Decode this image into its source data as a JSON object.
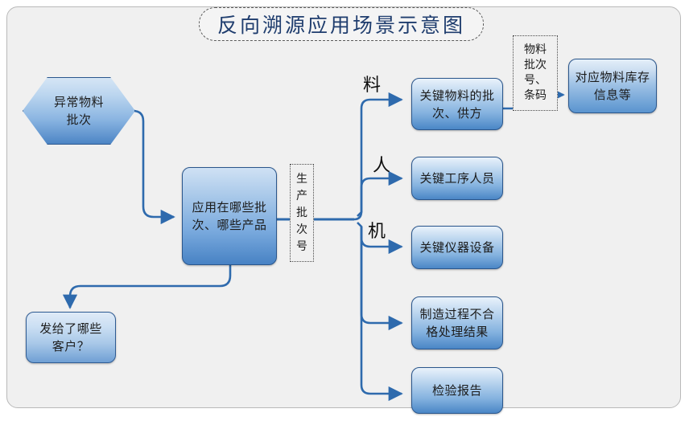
{
  "diagram": {
    "title": "反向溯源应用场景示意图",
    "type": "flowchart",
    "background_color": "#f0f0f0",
    "node_fill_color": "#6f9fd4",
    "node_border_color": "#2a568c",
    "connector_color": "#2e6aad",
    "title_text_color": "#1f3d6e"
  },
  "nodes": {
    "start": {
      "label": "异常物料\n批次",
      "shape": "hexagon"
    },
    "application": {
      "label": "应用在哪些批\n次、哪些产品",
      "shape": "rounded-rect"
    },
    "customers": {
      "label": "发给了哪些\n客户？",
      "shape": "rounded-rect"
    },
    "key_material": {
      "label": "关键物料的批\n次、供方",
      "shape": "rounded-rect"
    },
    "material_stock": {
      "label": "对应物料库存\n信息等",
      "shape": "rounded-rect"
    },
    "key_personnel": {
      "label": "关键工序人员",
      "shape": "rounded-rect"
    },
    "key_equipment": {
      "label": "关键仪器设备",
      "shape": "rounded-rect"
    },
    "nonconforming": {
      "label": "制造过程不合\n格处理结果",
      "shape": "rounded-rect"
    },
    "inspection_report": {
      "label": "检验报告",
      "shape": "rounded-rect"
    }
  },
  "annotations": {
    "production_batch_no": "生\n产\n批\n次\n号",
    "material_batch_barcode": "物料\n批次\n号、\n条码"
  },
  "branch_labels": {
    "material": "料",
    "person": "人",
    "machine": "机"
  }
}
